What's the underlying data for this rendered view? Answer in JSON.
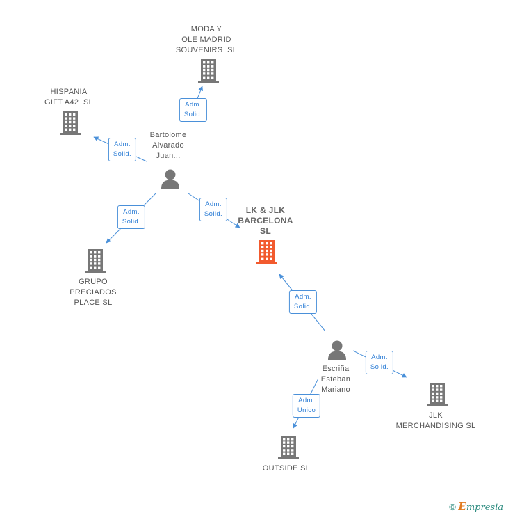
{
  "colors": {
    "edge": "#4a90d9",
    "building": "#777777",
    "building_main": "#f25a2e",
    "person": "#777777",
    "label_text": "#555555",
    "edge_label_text": "#2f7fd6"
  },
  "nodes": [
    {
      "id": "moda",
      "type": "company",
      "label": "MODA Y\nOLE MADRID\nSOUVENIRS  SL"
    },
    {
      "id": "hispania",
      "type": "company",
      "label": "HISPANIA\nGIFT A42  SL"
    },
    {
      "id": "bartolome",
      "type": "person",
      "label": "Bartolome\nAlvarado\nJuan..."
    },
    {
      "id": "lkjlk",
      "type": "company",
      "main": true,
      "label": "LK & JLK\nBARCELONA\nSL"
    },
    {
      "id": "grupo",
      "type": "company",
      "label": "GRUPO\nPRECIADOS\nPLACE SL"
    },
    {
      "id": "escrina",
      "type": "person",
      "label": "Escriña\nEsteban\nMariano"
    },
    {
      "id": "jlkm",
      "type": "company",
      "label": "JLK\nMERCHANDISING SL"
    },
    {
      "id": "outside",
      "type": "company",
      "label": "OUTSIDE SL"
    }
  ],
  "edges": [
    {
      "from": "bartolome",
      "to": "moda",
      "label": "Adm.\nSolid."
    },
    {
      "from": "bartolome",
      "to": "hispania",
      "label": "Adm.\nSolid."
    },
    {
      "from": "bartolome",
      "to": "lkjlk",
      "label": "Adm.\nSolid."
    },
    {
      "from": "bartolome",
      "to": "grupo",
      "label": "Adm.\nSolid."
    },
    {
      "from": "escrina",
      "to": "lkjlk",
      "label": "Adm.\nSolid."
    },
    {
      "from": "escrina",
      "to": "jlkm",
      "label": "Adm.\nSolid."
    },
    {
      "from": "escrina",
      "to": "outside",
      "label": "Adm.\nUnico"
    }
  ],
  "brand": {
    "copyright": "©",
    "e": "E",
    "rest": "mpresia"
  }
}
